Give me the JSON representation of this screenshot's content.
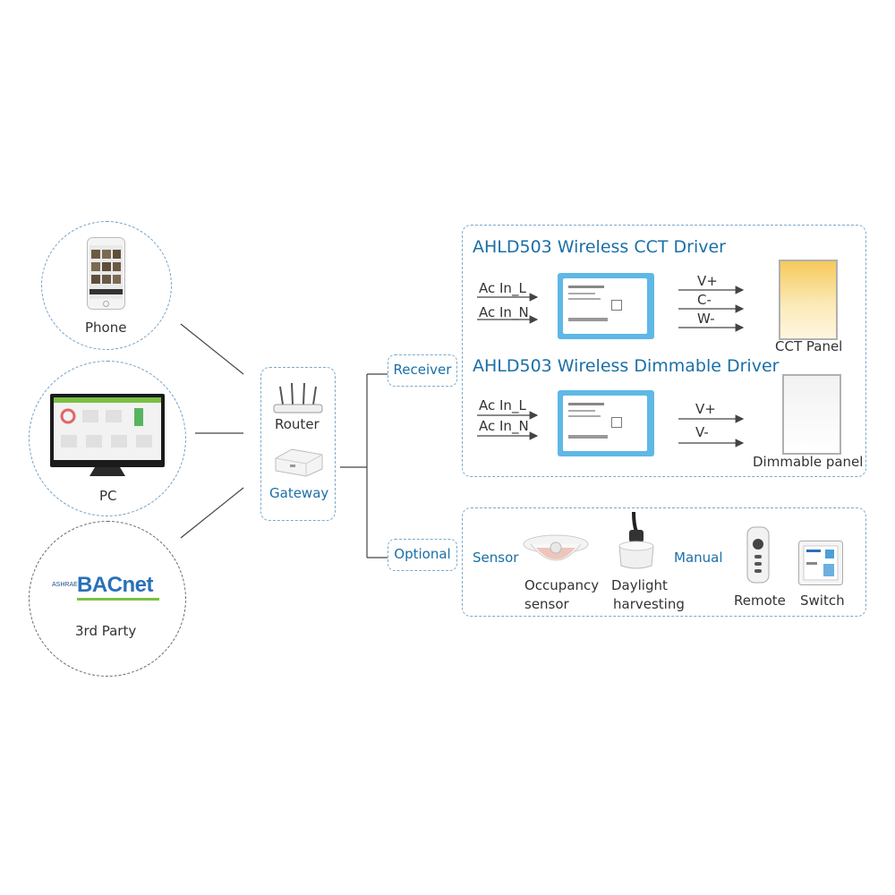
{
  "clients": {
    "phone": "Phone",
    "pc": "PC",
    "third_party": "3rd Party",
    "bacnet_logo": "BACnet",
    "ashrae_logo": "ASHRAE"
  },
  "network": {
    "router": "Router",
    "gateway": "Gateway"
  },
  "tags": {
    "receiver": "Receiver",
    "optional": "Optional"
  },
  "cct_driver": {
    "title": "AHLD503 Wireless CCT Driver",
    "inputs": [
      "Ac In_L",
      "Ac In_N"
    ],
    "outputs": [
      "V+",
      "C-",
      "W-"
    ],
    "panel": "CCT Panel"
  },
  "dimmable_driver": {
    "title": "AHLD503 Wireless Dimmable Driver",
    "inputs": [
      "Ac In_L",
      "Ac In_N"
    ],
    "outputs": [
      "V+",
      "V-"
    ],
    "panel": "Dimmable panel"
  },
  "optional": {
    "sensor_label": "Sensor",
    "manual_label": "Manual",
    "occupancy_line1": "Occupancy",
    "occupancy_line2": "sensor",
    "daylight_line1": "Daylight",
    "daylight_line2": "harvesting",
    "remote": "Remote",
    "switch": "Switch"
  },
  "colors": {
    "accent_blue": "#1a6fa8",
    "dash_blue": "#7aa9cc",
    "driver_bg": "#5fb8e6",
    "cct_warm": "#f7d98a"
  }
}
